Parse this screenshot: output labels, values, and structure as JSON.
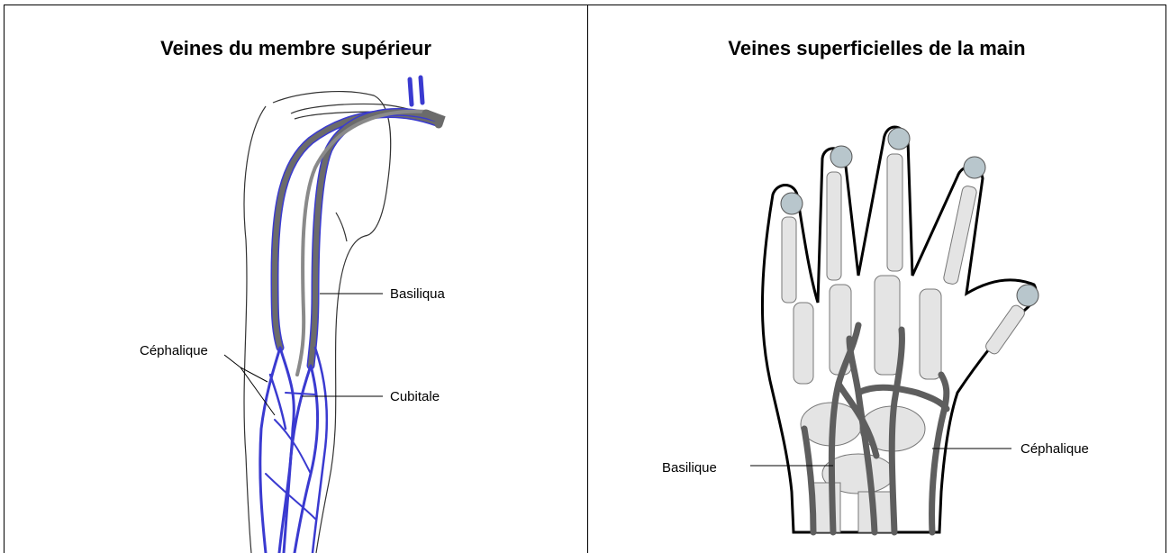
{
  "left_panel": {
    "title": "Veines du membre supérieur",
    "labels": {
      "basilica": "Basiliqua",
      "cephalique": "Céphalique",
      "cubitale": "Cubitale"
    }
  },
  "right_panel": {
    "title": "Veines superficielles de la main",
    "labels": {
      "basilique": "Basilique",
      "cephalique": "Céphalique"
    }
  },
  "colors": {
    "vein_fill": "#6b6b6b",
    "vein_outline": "#3a3ad0",
    "bone": "#e4e4e4",
    "nail": "#b8c6cc"
  }
}
